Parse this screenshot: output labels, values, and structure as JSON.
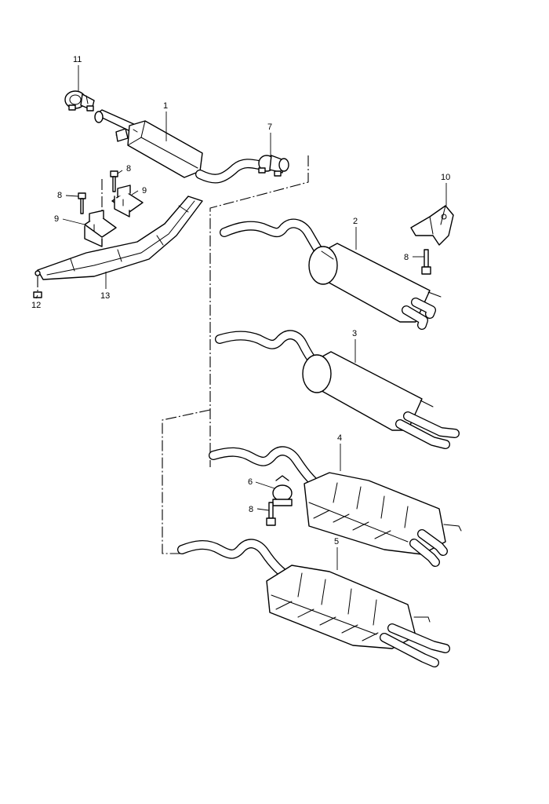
{
  "diagram": {
    "callouts": [
      {
        "id": "c1",
        "text": "1"
      },
      {
        "id": "c2",
        "text": "2"
      },
      {
        "id": "c3",
        "text": "3"
      },
      {
        "id": "c4",
        "text": "4"
      },
      {
        "id": "c5",
        "text": "5"
      },
      {
        "id": "c6",
        "text": "6"
      },
      {
        "id": "c7",
        "text": "7"
      },
      {
        "id": "c8a",
        "text": "8"
      },
      {
        "id": "c8b",
        "text": "8"
      },
      {
        "id": "c8c",
        "text": "8"
      },
      {
        "id": "c8d",
        "text": "8"
      },
      {
        "id": "c9a",
        "text": "9"
      },
      {
        "id": "c9b",
        "text": "9"
      },
      {
        "id": "c10",
        "text": "10"
      },
      {
        "id": "c11",
        "text": "11"
      },
      {
        "id": "c12",
        "text": "12"
      },
      {
        "id": "c13",
        "text": "13"
      }
    ]
  }
}
